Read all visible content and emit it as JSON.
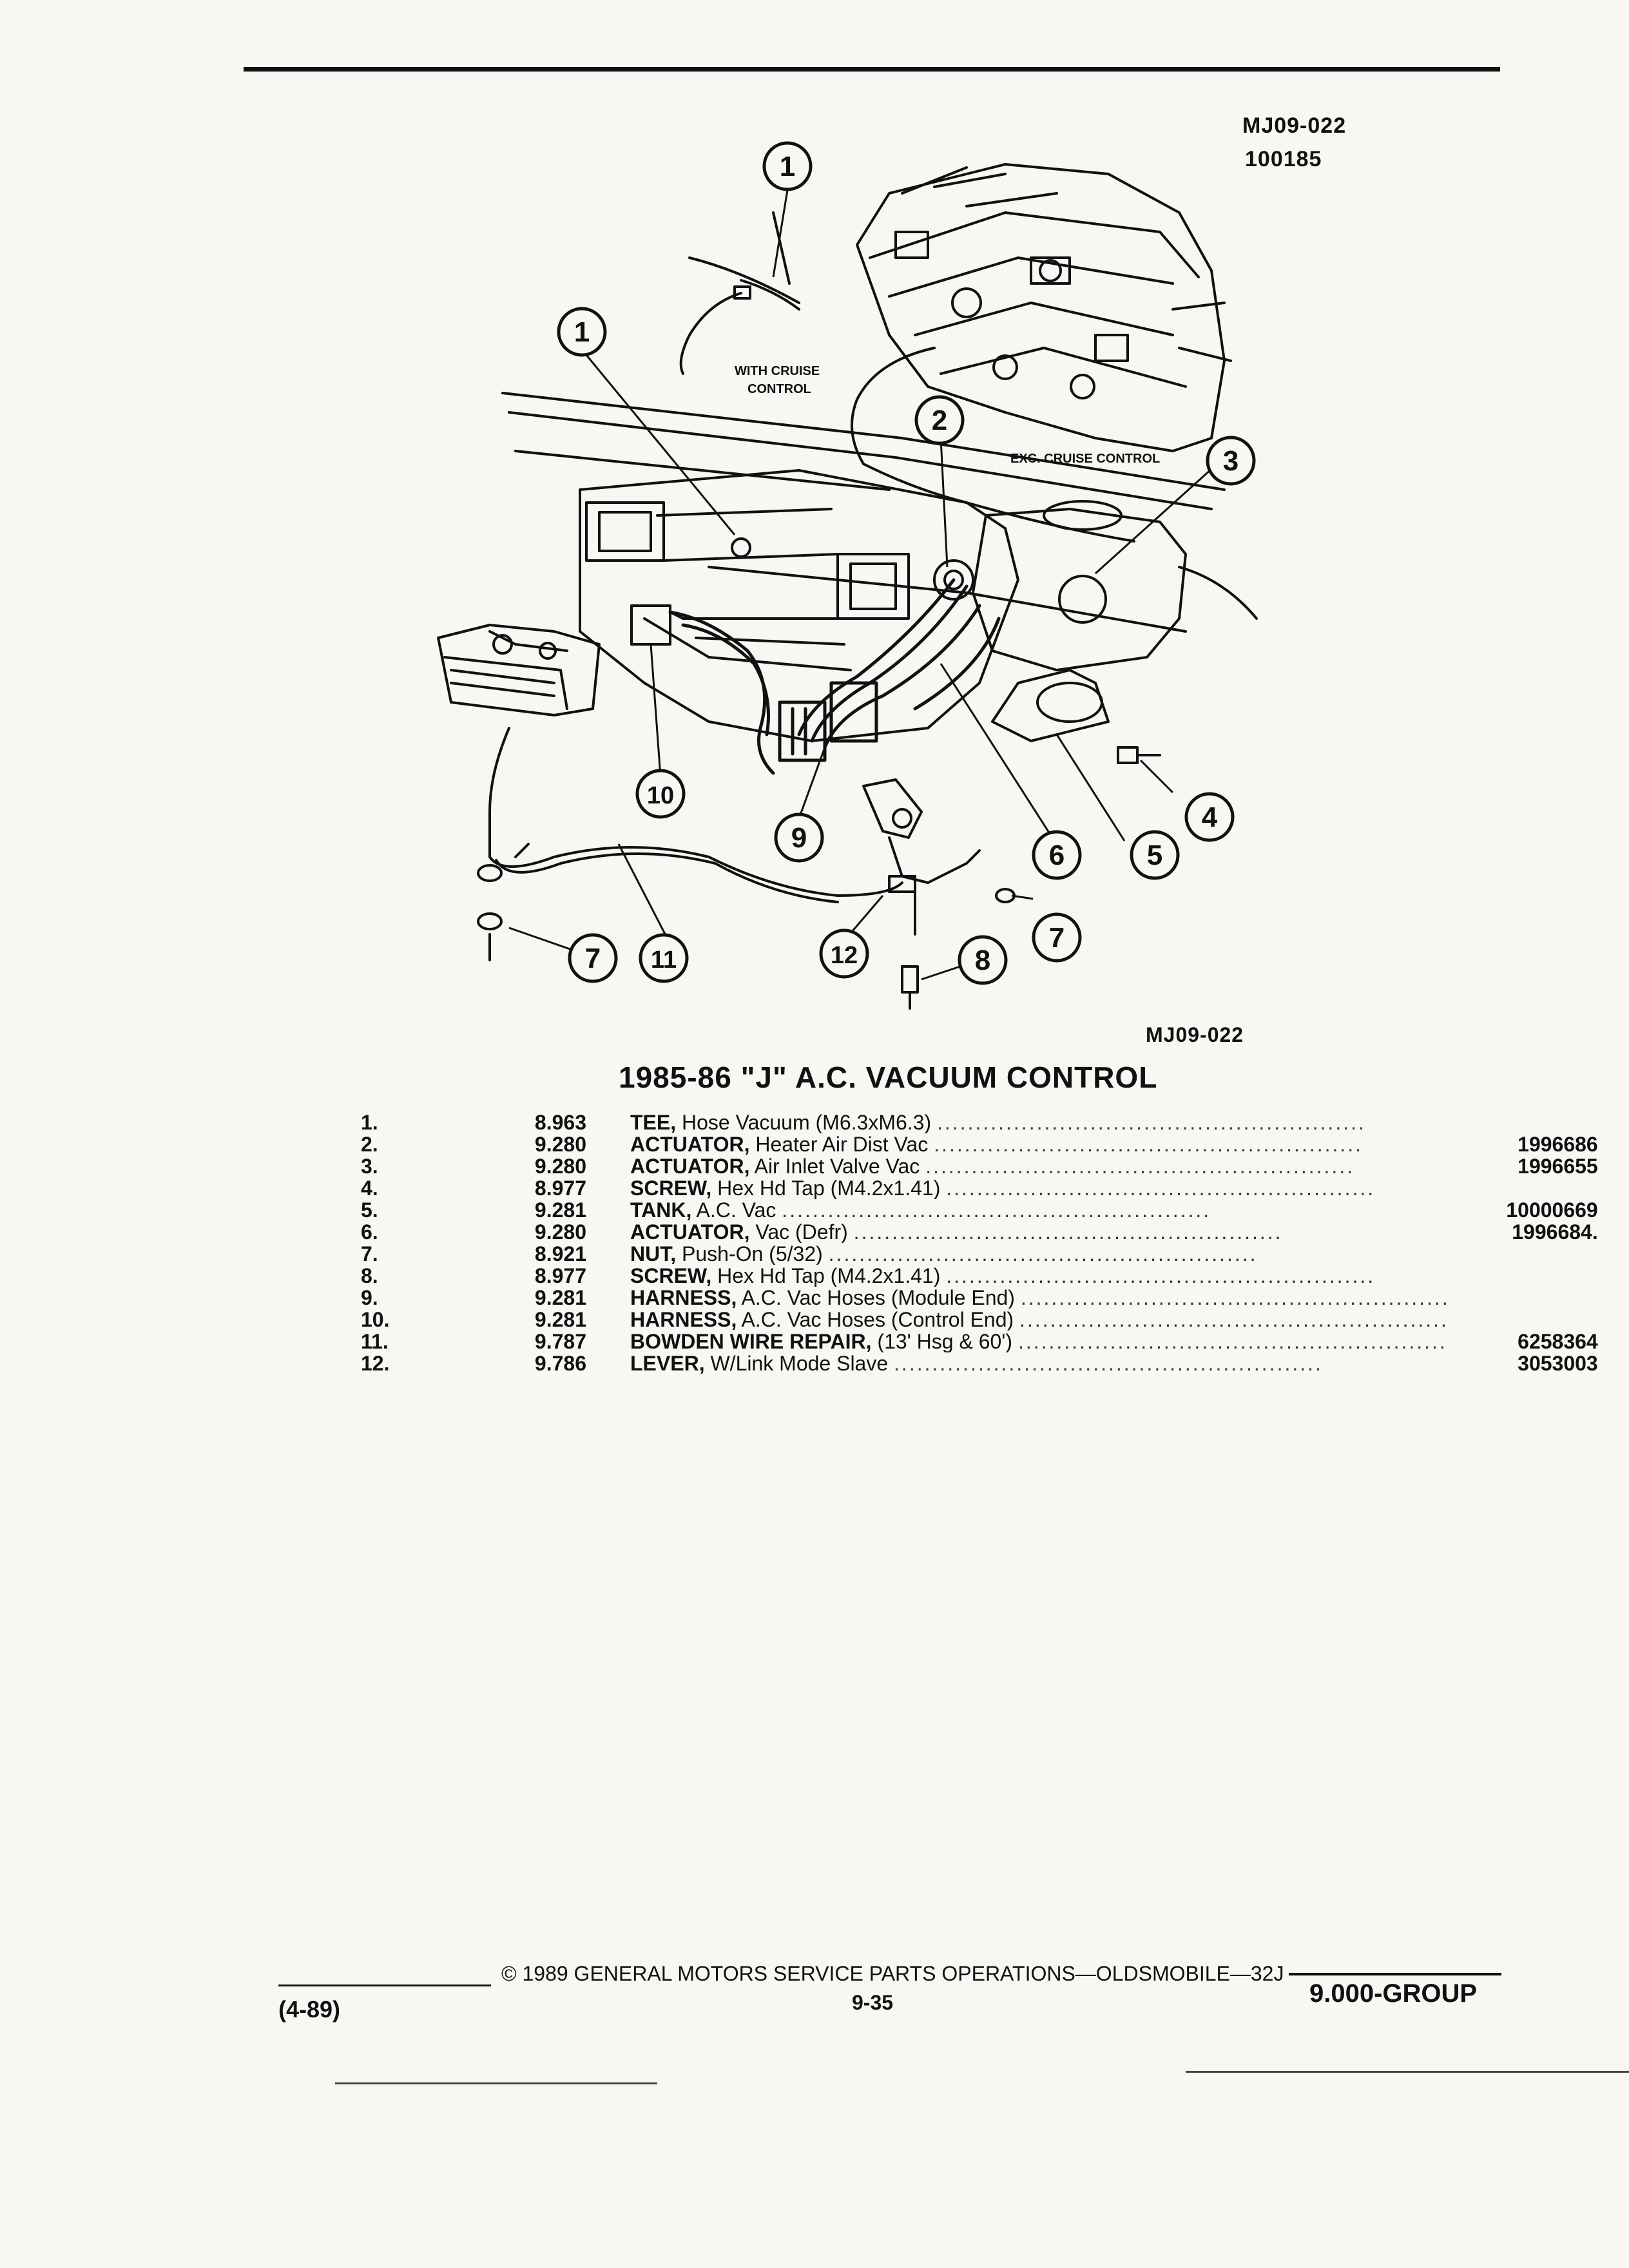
{
  "header": {
    "figure_code": "MJ09-022",
    "figure_number": "100185"
  },
  "diagram": {
    "callout_numbers": [
      "1",
      "1",
      "2",
      "3",
      "4",
      "5",
      "6",
      "7",
      "7",
      "8",
      "9",
      "10",
      "11",
      "12"
    ],
    "labels": {
      "with_cruise": "WITH CRUISE",
      "with_cruise_2": "CONTROL",
      "exc_cruise": "EXC. CRUISE CONTROL"
    },
    "caption_code": "MJ09-022"
  },
  "title": "1985-86 \"J\" A.C. VACUUM CONTROL",
  "parts": [
    {
      "num": "1.",
      "code": "8.963",
      "name": "TEE,",
      "desc": " Hose Vacuum (M6.3xM6.3)",
      "pn": ""
    },
    {
      "num": "2.",
      "code": "9.280",
      "name": "ACTUATOR,",
      "desc": " Heater Air Dist Vac",
      "pn": "1996686"
    },
    {
      "num": "3.",
      "code": "9.280",
      "name": "ACTUATOR,",
      "desc": " Air Inlet Valve Vac",
      "pn": "1996655"
    },
    {
      "num": "4.",
      "code": "8.977",
      "name": "SCREW,",
      "desc": " Hex Hd Tap (M4.2x1.41)",
      "pn": ""
    },
    {
      "num": "5.",
      "code": "9.281",
      "name": "TANK,",
      "desc": " A.C. Vac",
      "pn": "10000669"
    },
    {
      "num": "6.",
      "code": "9.280",
      "name": "ACTUATOR,",
      "desc": " Vac (Defr)",
      "pn": "1996684."
    },
    {
      "num": "7.",
      "code": "8.921",
      "name": "NUT,",
      "desc": " Push-On (5/32)",
      "pn": ""
    },
    {
      "num": "8.",
      "code": "8.977",
      "name": "SCREW,",
      "desc": " Hex Hd Tap (M4.2x1.41)",
      "pn": ""
    },
    {
      "num": "9.",
      "code": "9.281",
      "name": "HARNESS,",
      "desc": " A.C. Vac Hoses (Module End)",
      "pn": ""
    },
    {
      "num": "10.",
      "code": "9.281",
      "name": "HARNESS,",
      "desc": " A.C. Vac Hoses (Control End)",
      "pn": ""
    },
    {
      "num": "11.",
      "code": "9.787",
      "name": "BOWDEN WIRE REPAIR,",
      "desc": " (13' Hsg & 60')",
      "pn": "6258364"
    },
    {
      "num": "12.",
      "code": "9.786",
      "name": "LEVER,",
      "desc": " W/Link Mode Slave",
      "pn": "3053003"
    }
  ],
  "dots": "........................................................",
  "footer": {
    "copyright": "© 1989 GENERAL MOTORS SERVICE PARTS OPERATIONS—OLDSMOBILE—32J",
    "date": "(4-89)",
    "page": "9-35",
    "group": "9.000-GROUP"
  }
}
